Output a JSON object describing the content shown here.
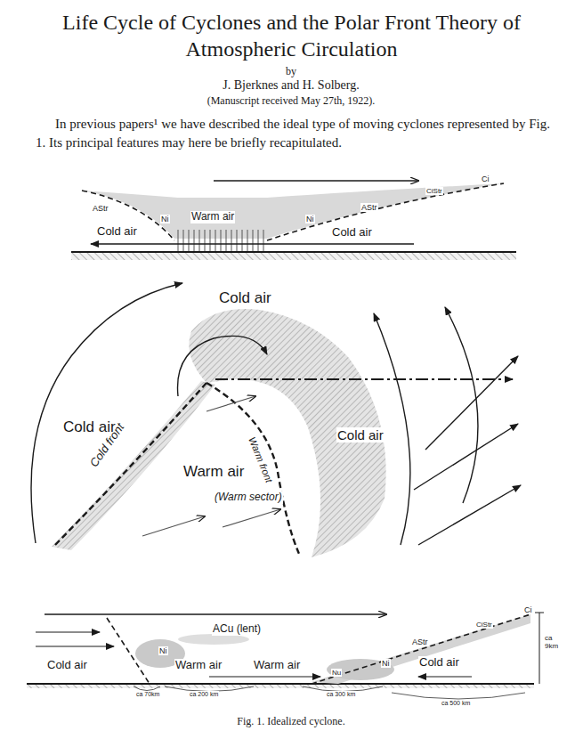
{
  "diagram": {
    "title": "Life Cycle of Cyclones and the Polar Front Theory of Atmospheric Circulation",
    "caption": "Fig. 1. Idealized cyclone.",
    "labels": [
      "by",
      "J. Bjerknes and H. Solberg.",
      "(Manuscript received May 27th, 1922).",
      "In previous papers¹ we have described the ideal type of moving cyclones represented by Fig. 1. Its principal features may here be briefly recapitulated.",
      "AStr",
      "Ni",
      "Warm air",
      "Ni",
      "AStr",
      "CiStr",
      "Ci",
      "Cold air",
      "Cold air",
      "Cold air",
      "Cold air",
      "Cold air",
      "Cold front",
      "Warm air",
      "(Warm sector)",
      "Warm front",
      "ACu (lent)",
      "Ni",
      "Cold air",
      "Warm air",
      "Warm air",
      "Nu",
      "Ni",
      "AStr",
      "CiStr",
      "Ci",
      "Cold air",
      "ca 9km",
      "ca 70km",
      "ca 200 km",
      "ca 300 km",
      "ca 500 km"
    ]
  }
}
